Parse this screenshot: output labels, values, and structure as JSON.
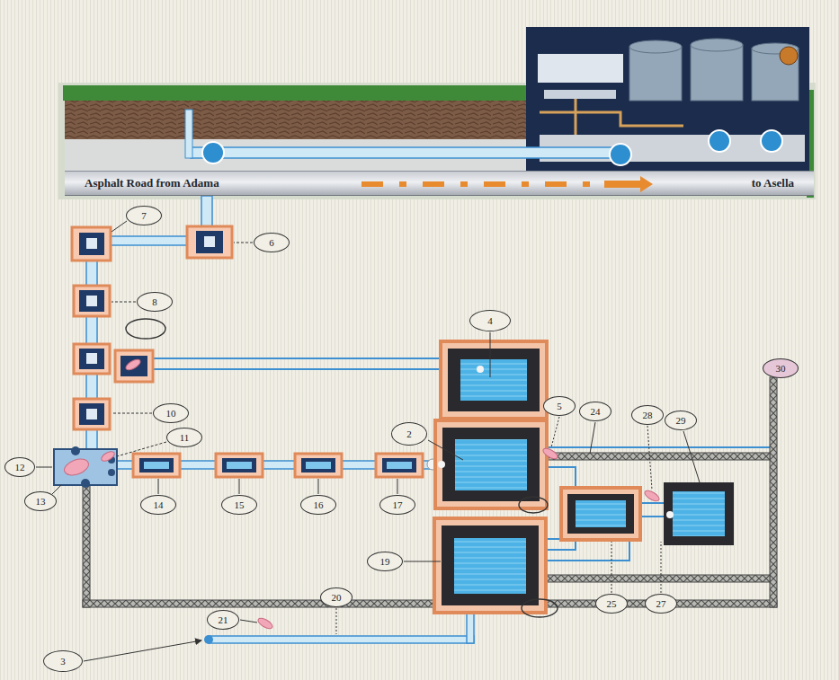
{
  "diagram": {
    "nodes": [
      {
        "text": [
          "Asphalt Road from Adama",
          "to Asella"
        ]
      }
    ],
    "labels": [
      "7",
      "6",
      "8",
      "10",
      "11",
      "12",
      "13",
      "14",
      "15",
      "16",
      "17",
      "4",
      "2",
      "5",
      "24",
      "28",
      "29",
      "30",
      "19",
      "25",
      "27",
      "20",
      "21",
      "3"
    ]
  }
}
